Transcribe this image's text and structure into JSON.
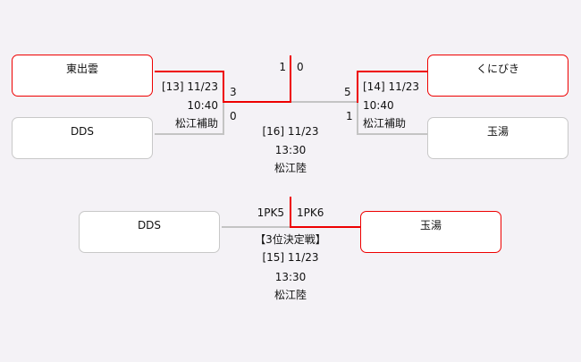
{
  "match13": {
    "team_top": "東出雲",
    "team_bottom": "DDS",
    "score_top": "3",
    "score_bottom": "0",
    "id_date": "[13] 11/23",
    "time": "10:40",
    "venue": "松江補助"
  },
  "match14": {
    "team_top": "くにびき",
    "team_bottom": "玉湯",
    "score_top": "5",
    "score_bottom": "1",
    "id_date": "[14] 11/23",
    "time": "10:40",
    "venue": "松江補助"
  },
  "match16": {
    "score_left": "1",
    "score_right": "0",
    "id_date": "[16] 11/23",
    "time": "13:30",
    "venue": "松江陸"
  },
  "match15": {
    "team_left": "DDS",
    "team_right": "玉湯",
    "score_left": "1PK5",
    "score_right": "1PK6",
    "title": "【3位決定戦】",
    "id_date": "[15] 11/23",
    "time": "13:30",
    "venue": "松江陸"
  },
  "colors": {
    "winner": "#ee0000",
    "loser": "#c4c4c4",
    "background": "#f4f2f6"
  }
}
